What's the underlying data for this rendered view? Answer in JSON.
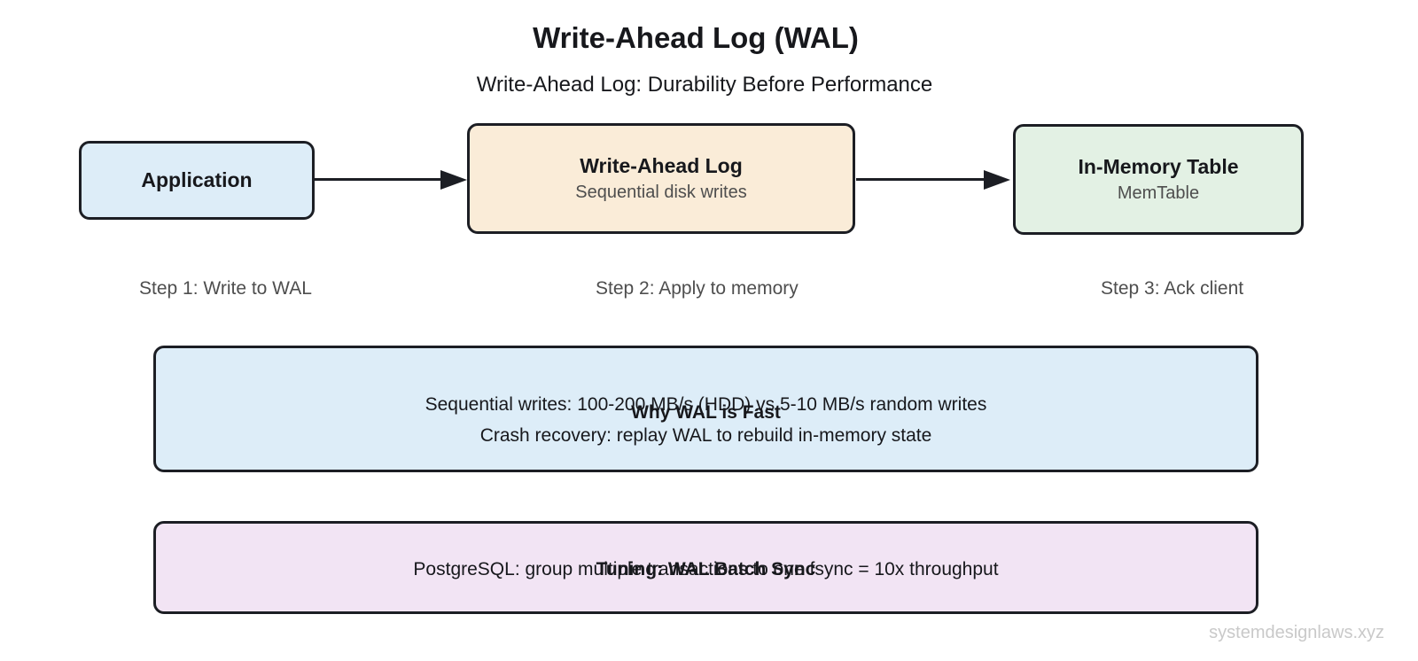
{
  "diagram": {
    "title": "Write-Ahead Log (WAL)",
    "subtitle": "Write-Ahead Log: Durability Before Performance",
    "nodes": [
      {
        "label": "Application",
        "sublabel": "",
        "fill": "#ddedf8"
      },
      {
        "label": "Write-Ahead Log",
        "sublabel": "Sequential disk writes",
        "fill": "#faecd8"
      },
      {
        "label": "In-Memory Table",
        "sublabel": "MemTable",
        "fill": "#e3f1e4"
      }
    ],
    "step_labels": [
      "Step 1: Write to WAL",
      "Step 2: Apply to memory",
      "Step 3: Ack client"
    ],
    "info_boxes": [
      {
        "heading": "Why WAL is Fast",
        "lines": [
          "Sequential writes: 100-200 MB/s (HDD) vs 5-10 MB/s random writes",
          "Crash recovery: replay WAL to rebuild in-memory state"
        ],
        "fill": "#ddedf8"
      },
      {
        "heading": "Tuning: WAL Batch Sync",
        "lines": [
          "PostgreSQL: group multiple transactions to one fsync = 10x throughput"
        ],
        "fill": "#f2e4f4"
      }
    ],
    "watermark": "systemdesignlaws.xyz",
    "colors": {
      "border": "#1c1e24",
      "text": "#17181c",
      "muted_text": "#4e4e4e",
      "watermark": "#c9c9c9",
      "background": "#ffffff"
    }
  }
}
